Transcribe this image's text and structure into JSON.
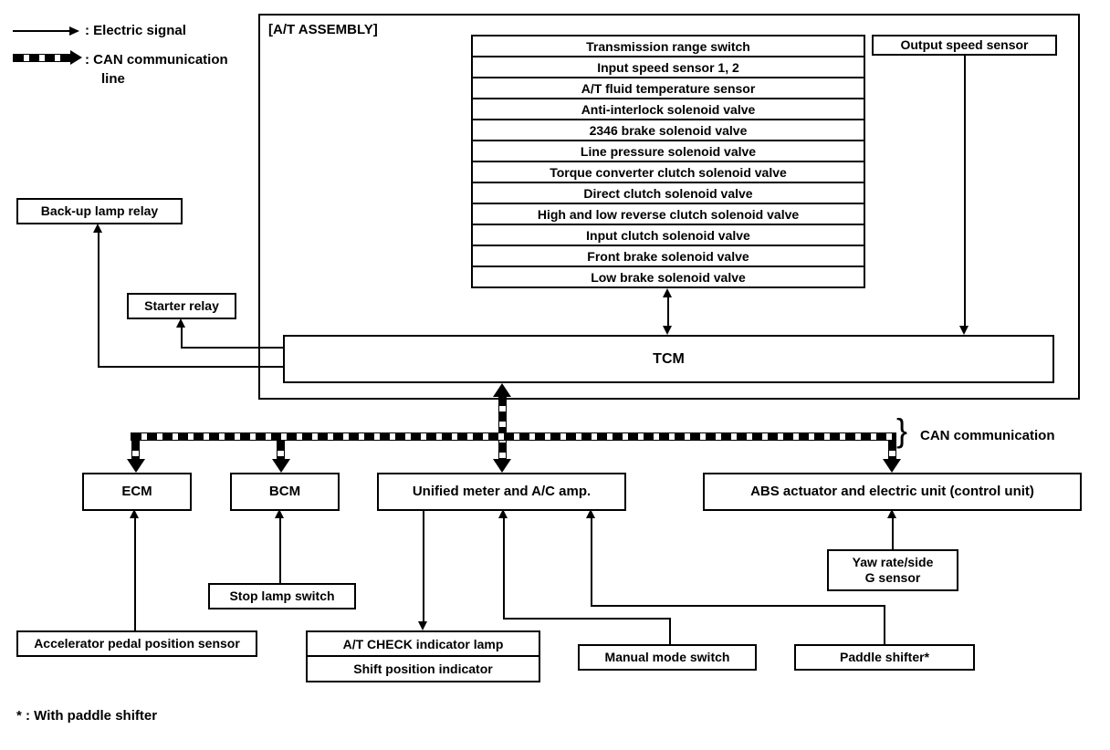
{
  "legend": {
    "electric_signal_label": ": Electric signal",
    "can_label_line1": ": CAN communication",
    "can_label_line2": "line"
  },
  "assembly": {
    "title": "[A/T ASSEMBLY]",
    "components": [
      "Transmission range switch",
      "Input speed sensor 1, 2",
      "A/T fluid temperature sensor",
      "Anti-interlock solenoid valve",
      "2346 brake solenoid valve",
      "Line pressure solenoid valve",
      "Torque converter clutch solenoid valve",
      "Direct clutch solenoid valve",
      "High and low reverse clutch solenoid valve",
      "Input clutch solenoid valve",
      "Front brake solenoid valve",
      "Low brake solenoid valve"
    ],
    "output_speed_sensor": "Output speed sensor",
    "tcm": "TCM"
  },
  "relays": {
    "backup_lamp_relay": "Back-up lamp relay",
    "starter_relay": "Starter relay"
  },
  "can": {
    "bus_label": "CAN communication",
    "brace": "}"
  },
  "modules": {
    "ecm": "ECM",
    "bcm": "BCM",
    "unified_meter": "Unified meter and A/C amp.",
    "abs": "ABS actuator and electric unit (control unit)"
  },
  "peripherals": {
    "accelerator_pedal_position_sensor": "Accelerator pedal position sensor",
    "stop_lamp_switch": "Stop lamp switch",
    "at_check_indicator_lamp": "A/T CHECK indicator lamp",
    "shift_position_indicator": "Shift position indicator",
    "manual_mode_switch": "Manual mode switch",
    "paddle_shifter": "Paddle shifter*",
    "yaw_rate_line1": "Yaw rate/side",
    "yaw_rate_line2": "G sensor"
  },
  "footnote": "* : With paddle shifter",
  "colors": {
    "line": "#000000",
    "background": "#ffffff"
  }
}
